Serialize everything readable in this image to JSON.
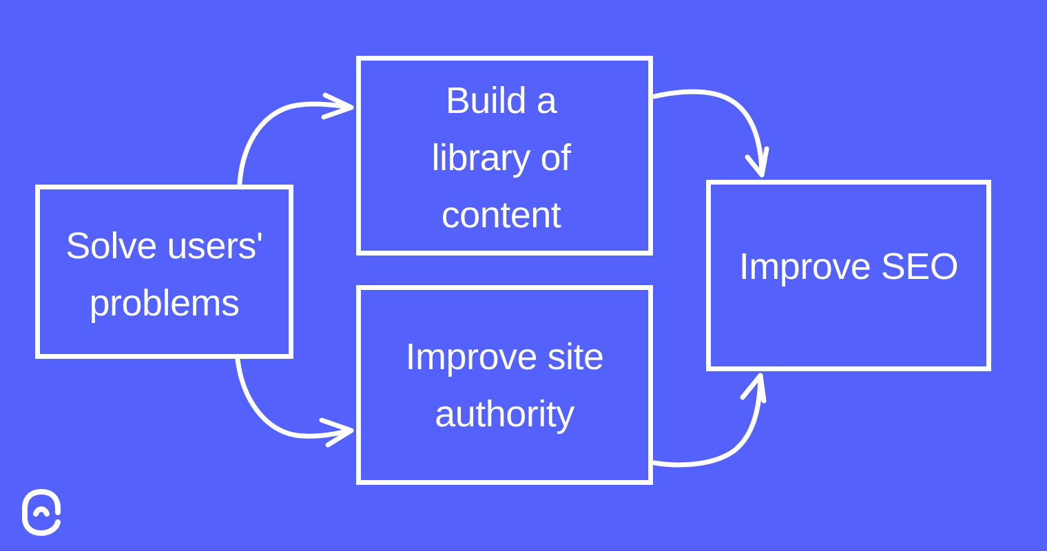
{
  "diagram": {
    "background_color": "#5461FA",
    "stroke_color": "#FFFFFF",
    "nodes": [
      {
        "id": "solve",
        "lines": [
          "Solve users'",
          "problems"
        ]
      },
      {
        "id": "build",
        "lines": [
          "Build a",
          "library of",
          "content"
        ]
      },
      {
        "id": "authority",
        "lines": [
          "Improve site",
          "authority"
        ]
      },
      {
        "id": "seo",
        "lines": [
          "Improve SEO"
        ]
      }
    ],
    "edges": [
      {
        "from": "Solve users' problems",
        "to": "Build a library of content"
      },
      {
        "from": "Solve users' problems",
        "to": "Improve site authority"
      },
      {
        "from": "Build a library of content",
        "to": "Improve SEO"
      },
      {
        "from": "Improve site authority",
        "to": "Improve SEO"
      }
    ]
  },
  "logo": {
    "icon": "brand-logo-icon"
  }
}
